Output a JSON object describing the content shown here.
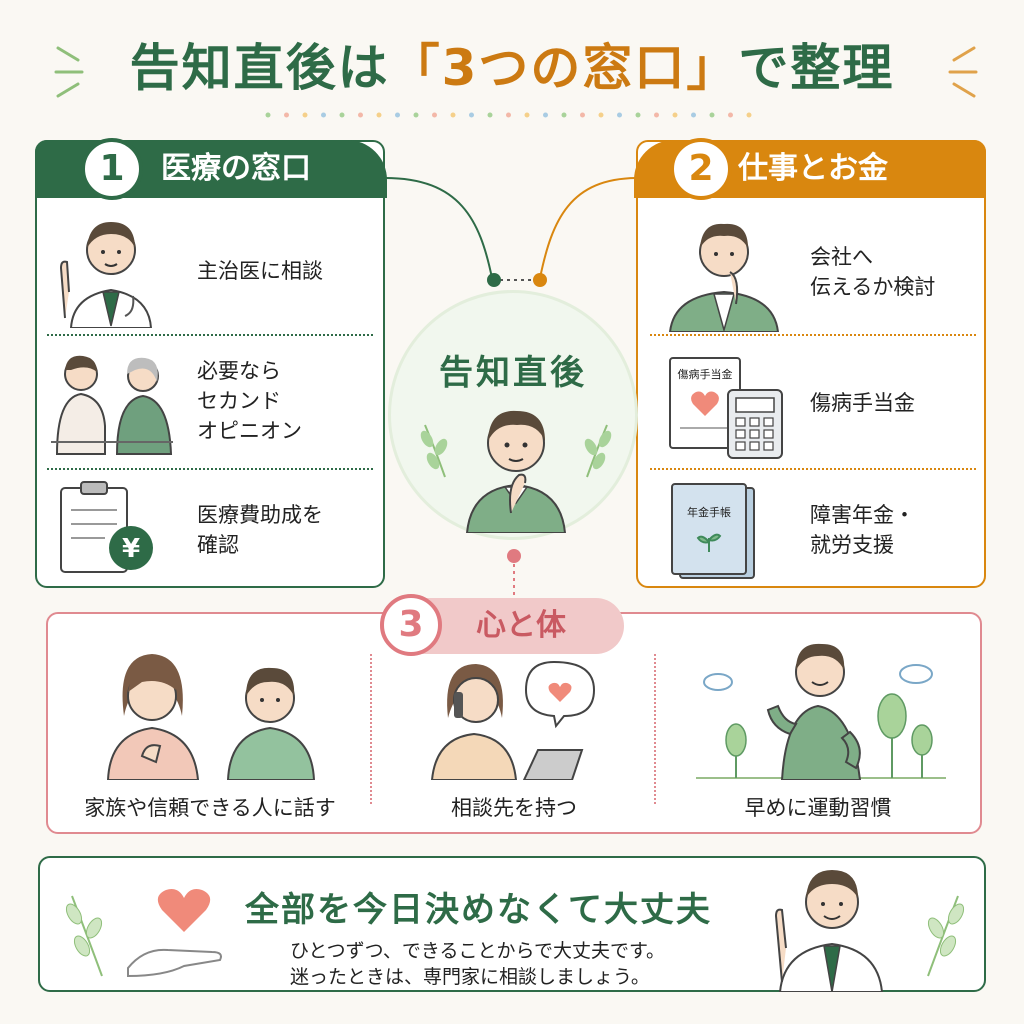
{
  "title": {
    "part1": "告知直後は",
    "highlight": "「3つの窓口」",
    "part2": "で整理"
  },
  "center": {
    "title": "告知直後"
  },
  "section1": {
    "number": "1",
    "title": "医療の窓口",
    "items": [
      {
        "text": "主治医に相談",
        "icon": "doctor-icon"
      },
      {
        "text": "必要なら\nセカンド\nオピニオン",
        "icon": "consultation-icon"
      },
      {
        "text": "医療費助成を\n確認",
        "icon": "clipboard-yen-icon"
      }
    ]
  },
  "section2": {
    "number": "2",
    "title": "仕事とお金",
    "items": [
      {
        "text": "会社へ\n伝えるか検討",
        "icon": "thinking-man-icon"
      },
      {
        "text": "傷病手当金",
        "icon": "calculator-document-icon",
        "doc_label": "傷病手当金"
      },
      {
        "text": "障害年金・\n就労支援",
        "icon": "pension-book-icon",
        "doc_label": "年金手帳"
      }
    ]
  },
  "section3": {
    "number": "3",
    "title": "心と体",
    "items": [
      {
        "text": "家族や信頼できる人に話す",
        "icon": "family-icon"
      },
      {
        "text": "相談先を持つ",
        "icon": "phone-call-icon"
      },
      {
        "text": "早めに運動習慣",
        "icon": "exercise-icon"
      }
    ]
  },
  "bottom": {
    "heading": "全部を今日決めなくて大丈夫",
    "line1": "ひとつずつ、できることからで大丈夫です。",
    "line2": "迷ったときは、専門家に相談しましょう。"
  },
  "colors": {
    "green": "#2e6b47",
    "orange": "#d9870f",
    "pink": "#e08a90",
    "heart": "#f08a7a"
  }
}
